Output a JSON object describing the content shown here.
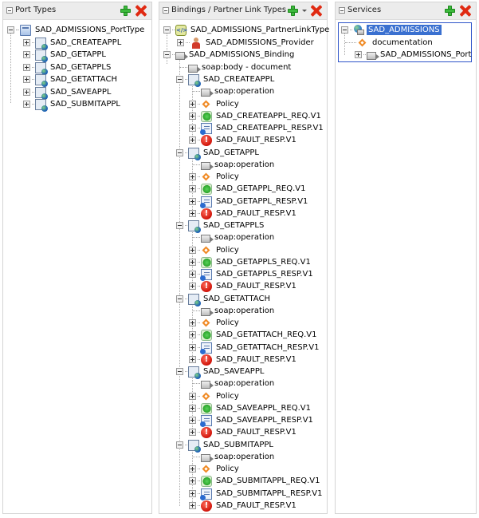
{
  "colors": {
    "header_bg": "#ececec",
    "selection": "#3a70d0",
    "add_green": "#3db93d",
    "delete_red": "#e02a12",
    "border": "#d4d4d4"
  },
  "panels": {
    "port_types": {
      "title": "Port Types",
      "root": {
        "label": "SAD_ADMISSIONS_PortType",
        "icon": "port-type-icon",
        "expanded": true
      },
      "operations": [
        {
          "label": "SAD_CREATEAPPL",
          "icon": "operation-icon"
        },
        {
          "label": "SAD_GETAPPL",
          "icon": "operation-icon"
        },
        {
          "label": "SAD_GETAPPLS",
          "icon": "operation-icon"
        },
        {
          "label": "SAD_GETATTACH",
          "icon": "operation-icon"
        },
        {
          "label": "SAD_SAVEAPPL",
          "icon": "operation-icon"
        },
        {
          "label": "SAD_SUBMITAPPL",
          "icon": "operation-icon"
        }
      ]
    },
    "bindings": {
      "title": "Bindings / Partner Link Types",
      "partner_link_type": {
        "label": "SAD_ADMISSIONS_PartnerLinkType",
        "icon": "partner-link-type-icon"
      },
      "provider": {
        "label": "SAD_ADMISSIONS_Provider",
        "icon": "provider-role-icon"
      },
      "binding": {
        "label": "SAD_ADMISSIONS_Binding",
        "icon": "binding-icon"
      },
      "soap_body": {
        "label": "soap:body - document",
        "icon": "binding-icon"
      },
      "operations": [
        {
          "label": "SAD_CREATEAPPL",
          "soap": "soap:operation",
          "policy": "Policy",
          "req": "SAD_CREATEAPPL_REQ.V1",
          "resp": "SAD_CREATEAPPL_RESP.V1",
          "fault": "SAD_FAULT_RESP.V1"
        },
        {
          "label": "SAD_GETAPPL",
          "soap": "soap:operation",
          "policy": "Policy",
          "req": "SAD_GETAPPL_REQ.V1",
          "resp": "SAD_GETAPPL_RESP.V1",
          "fault": "SAD_FAULT_RESP.V1"
        },
        {
          "label": "SAD_GETAPPLS",
          "soap": "soap:operation",
          "policy": "Policy",
          "req": "SAD_GETAPPLS_REQ.V1",
          "resp": "SAD_GETAPPLS_RESP.V1",
          "fault": "SAD_FAULT_RESP.V1"
        },
        {
          "label": "SAD_GETATTACH",
          "soap": "soap:operation",
          "policy": "Policy",
          "req": "SAD_GETATTACH_REQ.V1",
          "resp": "SAD_GETATTACH_RESP.V1",
          "fault": "SAD_FAULT_RESP.V1"
        },
        {
          "label": "SAD_SAVEAPPL",
          "soap": "soap:operation",
          "policy": "Policy",
          "req": "SAD_SAVEAPPL_REQ.V1",
          "resp": "SAD_SAVEAPPL_RESP.V1",
          "fault": "SAD_FAULT_RESP.V1"
        },
        {
          "label": "SAD_SUBMITAPPL",
          "soap": "soap:operation",
          "policy": "Policy",
          "req": "SAD_SUBMITAPPL_REQ.V1",
          "resp": "SAD_SUBMITAPPL_RESP.V1",
          "fault": "SAD_FAULT_RESP.V1"
        }
      ]
    },
    "services": {
      "title": "Services",
      "service": {
        "label": "SAD_ADMISSIONS",
        "icon": "service-icon",
        "selected": true
      },
      "documentation": {
        "label": "documentation",
        "icon": "documentation-icon"
      },
      "port": {
        "label": "SAD_ADMISSIONS_Port",
        "icon": "port-icon"
      }
    }
  }
}
